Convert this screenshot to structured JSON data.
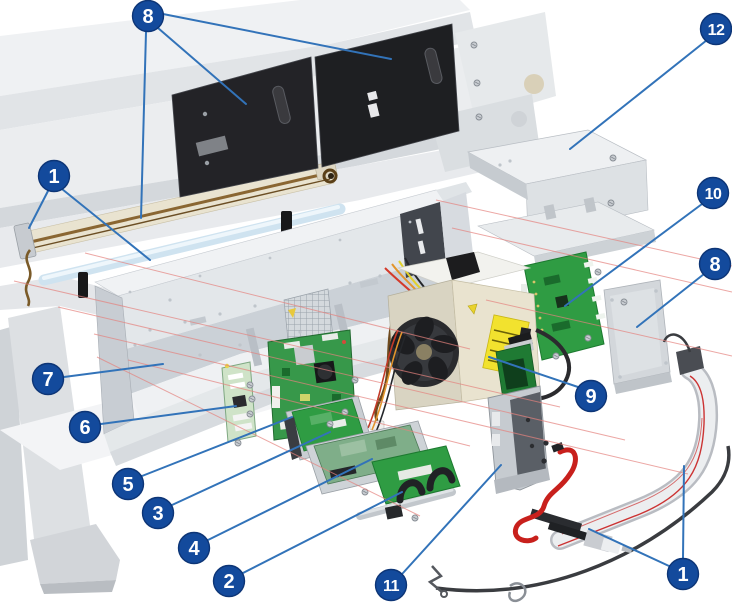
{
  "diagram": {
    "type": "exploded-parts-illustration",
    "subject": "printer-electronics-module"
  },
  "callouts": [
    {
      "id": "callout-8-top",
      "label": "8",
      "points_to": "black-rear-panels"
    },
    {
      "id": "callout-12",
      "label": "12",
      "points_to": "metal-bracket"
    },
    {
      "id": "callout-1-left",
      "label": "1",
      "points_to": "encoder-strip-assembly"
    },
    {
      "id": "callout-10",
      "label": "10",
      "points_to": "circuit-board-right"
    },
    {
      "id": "callout-8-right",
      "label": "8",
      "points_to": "metal-plate"
    },
    {
      "id": "callout-7",
      "label": "7",
      "points_to": "chassis-base"
    },
    {
      "id": "callout-6",
      "label": "6",
      "points_to": "small-circuit-board"
    },
    {
      "id": "callout-5",
      "label": "5",
      "points_to": "main-circuit-board"
    },
    {
      "id": "callout-3",
      "label": "3",
      "points_to": "circuit-board-tray-upper"
    },
    {
      "id": "callout-4",
      "label": "4",
      "points_to": "circuit-board-tray-lower"
    },
    {
      "id": "callout-2",
      "label": "2",
      "points_to": "small-board-with-handles"
    },
    {
      "id": "callout-11",
      "label": "11",
      "points_to": "hard-disk-bracket"
    },
    {
      "id": "callout-9",
      "label": "9",
      "points_to": "power-supply-fan-unit"
    },
    {
      "id": "callout-1-bottom",
      "label": "1",
      "points_to": "trailing-cable-assembly"
    }
  ],
  "colors": {
    "callout-fill": "#134a9c",
    "callout-stroke": "#0d3576",
    "callout-text": "#ffffff",
    "leader-line": "#3273b9",
    "guide-line": "#e4827e",
    "pcb-green": "#2f9c43",
    "panel-black": "#1f2023",
    "chassis-gray": "#e6e9ec",
    "psu-beige": "#e6e0cc",
    "cable-red": "#c8201c"
  }
}
